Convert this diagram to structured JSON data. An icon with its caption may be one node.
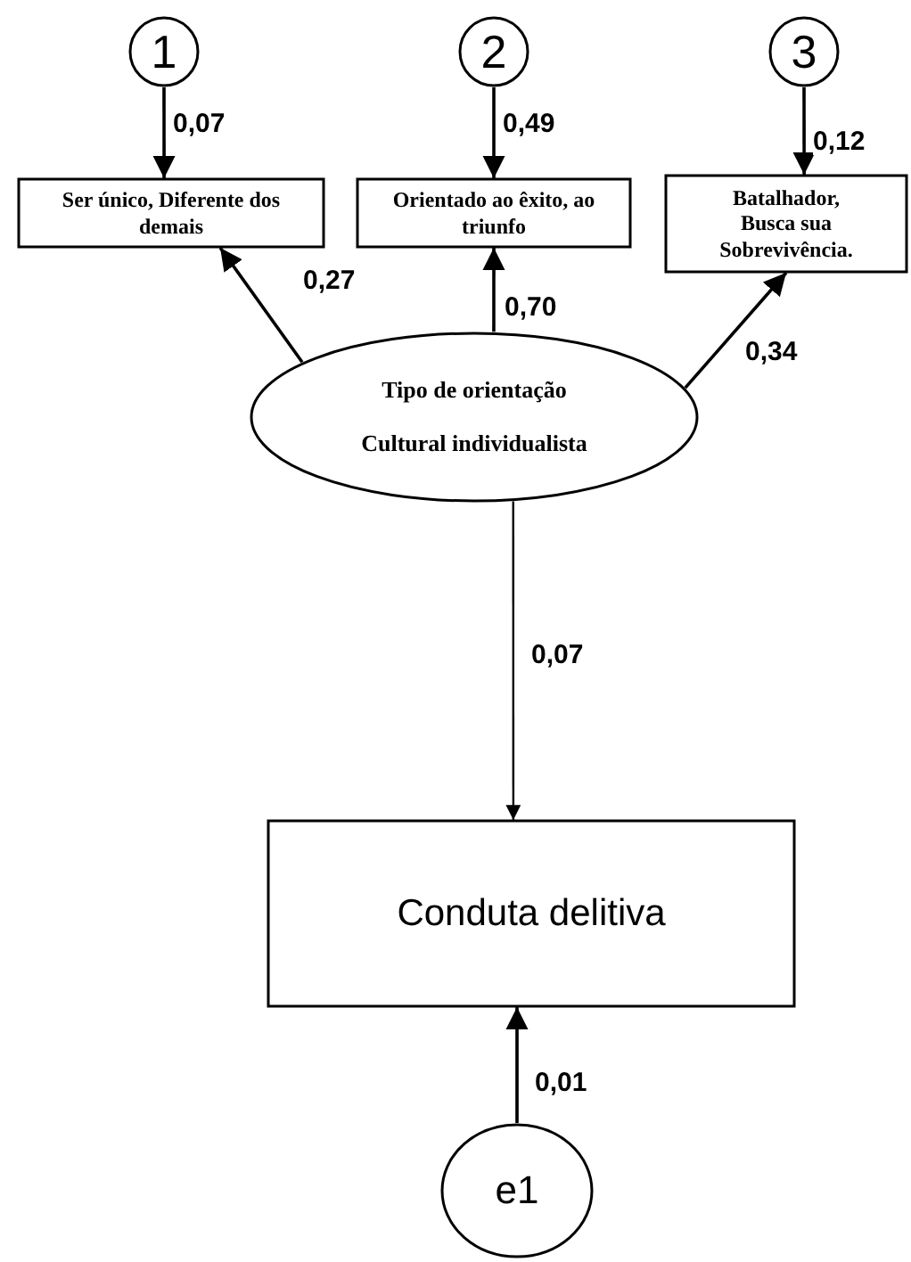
{
  "diagram": {
    "nodes": [
      {
        "text": [
          "1"
        ]
      },
      {
        "text": [
          "2"
        ]
      },
      {
        "text": [
          "3"
        ]
      },
      {
        "text": [
          "Ser único, Diferente dos demais"
        ]
      },
      {
        "text": [
          "Orientado ao êxito, ao triunfo"
        ]
      },
      {
        "text": [
          "Batalhador, Busca sua Sobrevivência."
        ]
      },
      {
        "text": [
          "Tipo de orientação",
          "Cultural individualista"
        ]
      },
      {
        "text": [
          "Conduta delitiva"
        ]
      },
      {
        "text": [
          "e1"
        ]
      }
    ],
    "edges": [
      {
        "from": 0,
        "to": 3,
        "arrow": "to",
        "label": "0,07"
      },
      {
        "from": 1,
        "to": 4,
        "arrow": "to",
        "label": "0,49"
      },
      {
        "from": 2,
        "to": 5,
        "arrow": "to",
        "label": "0,12"
      },
      {
        "from": 6,
        "to": 3,
        "arrow": "to",
        "label": "0,27"
      },
      {
        "from": 6,
        "to": 4,
        "arrow": "to",
        "label": "0,70"
      },
      {
        "from": 6,
        "to": 5,
        "arrow": "to",
        "label": "0,34"
      },
      {
        "from": 6,
        "to": 7,
        "arrow": "to",
        "label": "0,07"
      },
      {
        "from": 8,
        "to": 7,
        "arrow": "to",
        "label": "0,01"
      }
    ]
  }
}
